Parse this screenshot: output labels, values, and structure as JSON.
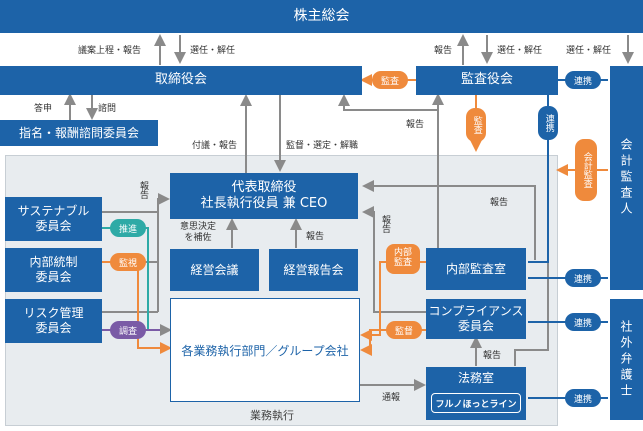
{
  "boxes": {
    "shareholders": "株主総会",
    "board": "取締役会",
    "audit_board": "監査役会",
    "nomination": "指名・報酬諮問委員会",
    "ceo_line1": "代表取締役",
    "ceo_line2": "社長執行役員 兼 CEO",
    "sustainability": "サステナブル\n委員会",
    "internal_control": "内部統制\n委員会",
    "risk": "リスク管理\n委員会",
    "management_meeting": "経営会議",
    "management_report": "経営報告会",
    "business_units": "各業務執行部門／グループ会社",
    "internal_audit": "内部監査室",
    "compliance": "コンプライアンス\n委員会",
    "legal": "法務室",
    "accounting_auditor": "会計監査人",
    "outside_lawyer": "社外弁護士",
    "region_label": "業務執行",
    "logo": "フルノほっとライン"
  },
  "labels": {
    "proposal_report": "議案上程・報告",
    "elect_dismiss": "選任・解任",
    "report": "報告",
    "consult": "答申",
    "inquire": "諮問",
    "refer_report": "付議・報告",
    "supervise": "監督・選定・解職",
    "decision_support": "意思決定\nを補佐",
    "notify": "通報"
  },
  "pills": {
    "audit": "監査",
    "audit_v": "監査",
    "coop": "連携",
    "accounting_audit": "会計監査",
    "promote": "推進",
    "monitor": "監視",
    "investigate": "調査",
    "internal_audit": "内部監査",
    "oversight": "監督"
  },
  "colors": {
    "primary": "#1d63a8",
    "orange": "#ef8a3c",
    "teal": "#2eaaa6",
    "purple": "#7a5ba6",
    "region": "#e8ecef"
  }
}
